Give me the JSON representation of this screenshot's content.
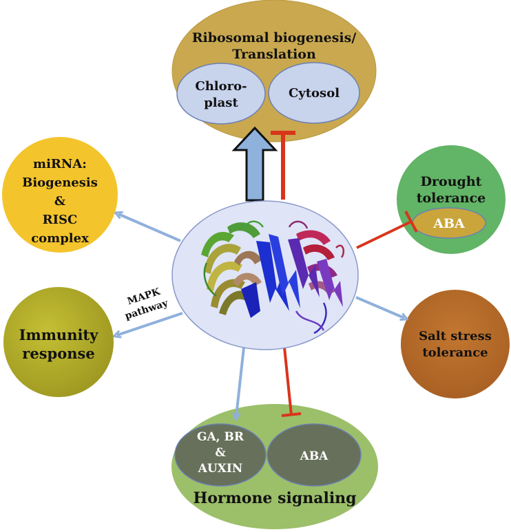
{
  "nodes": {
    "ribosomal": {
      "title_line1": "Ribosomal biogenesis/",
      "title_line2": "Translation",
      "chloroplast_line1": "Chloro-",
      "chloroplast_line2": "plast",
      "cytosol": "Cytosol"
    },
    "mirna": {
      "line1": "miRNA:",
      "line2": "Biogenesis",
      "line3": "&",
      "line4": "RISC",
      "line5": "complex"
    },
    "drought": {
      "line1": "Drought",
      "line2": "tolerance",
      "aba": "ABA"
    },
    "immunity": {
      "line1": "Immunity",
      "line2": "response"
    },
    "salt": {
      "line1": "Salt stress",
      "line2": "tolerance"
    },
    "hormone": {
      "gabr_line1": "GA, BR",
      "gabr_line2": "&",
      "gabr_line3": "AUXIN",
      "aba": "ABA",
      "title": "Hormone signaling"
    }
  },
  "edges": {
    "mapk_line1": "MAPK",
    "mapk_line2": "pathway"
  },
  "colors": {
    "ribosomal": "#c9a84f",
    "inner_ellipse": "#c8d3ec",
    "mirna": "#f3c42c",
    "drought": "#62b466",
    "drought_aba": "#c9a53c",
    "immunity": "#b6b22a",
    "salt": "#b86a2a",
    "hormone": "#9cbf6a",
    "hormone_inner": "#67705a",
    "center": "#dfe4f7",
    "activation_arrow": "#8fb0dc",
    "inhibition": "#d8351b",
    "big_arrow": "#8fb2dc"
  }
}
